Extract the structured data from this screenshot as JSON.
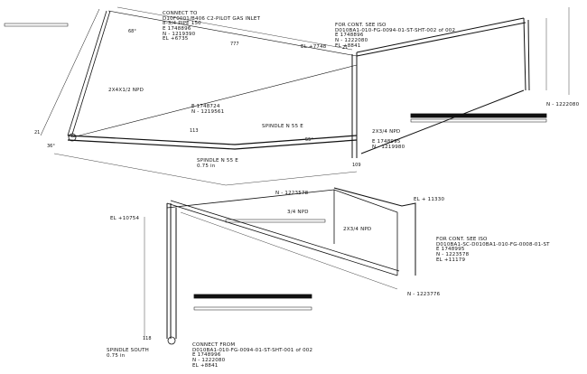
{
  "colors": {
    "line": "#111111",
    "background": "#ffffff"
  },
  "labels": {
    "connect_to": [
      "CONNECT TO",
      "D10F0001/B406 C2-PILOT GAS INLET",
      "8-3/4 PIPE 150",
      "E 1748896",
      "N - 1219390",
      "EL +6735"
    ],
    "cont_top": [
      "FOR CONT. SEE ISO",
      "D010BA1-010-FG-0094-01-ST-SHT-002 of 002",
      "E 1748896",
      "N - 1222080",
      "EL +8841"
    ],
    "el_7748": "EL +7748",
    "coord_mid": [
      "E 1748724",
      "N - 1219561"
    ],
    "spindle_ne": "SPINDLE N 55 E",
    "coord_right": [
      "E 1748995",
      "N - 1219980"
    ],
    "npd_left": "2X4X1/2 NPD",
    "npd_right": "2X3/4 NPD",
    "spindle_n55": [
      "SPINDLE N 55 E",
      "0.75 in"
    ],
    "n_1222080": "N - 1222080",
    "n_1223578": "N - 1223578",
    "el_11330": "EL + 11330",
    "cont_bottom": [
      "FOR CONT. SEE ISO",
      "D010BA1-SC-D010BA1-010-FG-0008-01-ST",
      "E 1748995",
      "N - 1223578",
      "EL +11179"
    ],
    "el_10754": "EL +10754",
    "npd_34": "3/4 NPD",
    "npd_2x34": "2X3/4 NPD",
    "n_1223776": "N - 1223776",
    "connect_from": [
      "CONNECT FROM",
      "D010BA1-010-FG-0094-01-ST-SHT-001 of 002",
      "E 1748996",
      "N - 1222080",
      "EL +8841"
    ],
    "spindle_south": [
      "SPINDLE SOUTH",
      "0.75 in"
    ]
  },
  "dimensions": {
    "d21": "21",
    "d20": "21",
    "a36": "36°",
    "a55": "55°",
    "a68": "68°",
    "d113": "113",
    "d118": "118",
    "d777": "777",
    "d109": "109"
  }
}
